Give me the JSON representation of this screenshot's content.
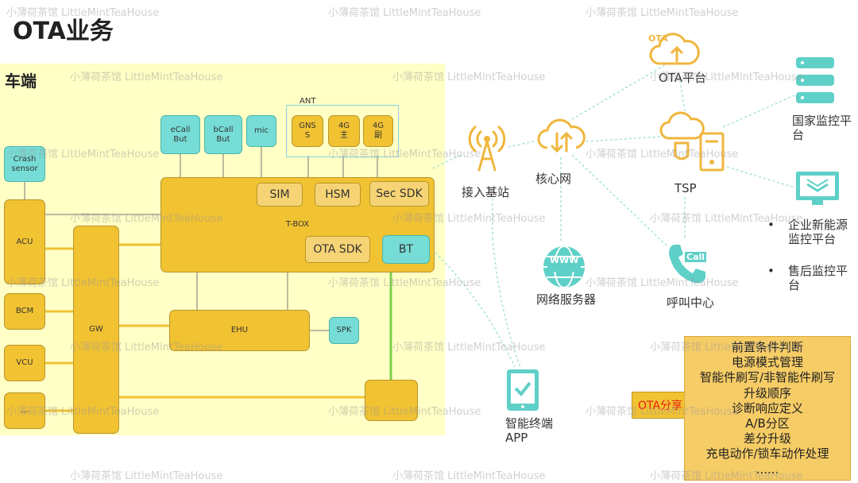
{
  "title": "OTA业务",
  "vehicle": {
    "label": "车端",
    "ant_label": "ANT",
    "ant_modules": [
      "GNS\nS",
      "4G\n主",
      "4G\n副"
    ],
    "top_modules": [
      "eCall\nBut",
      "bCall\nBut",
      "mic"
    ],
    "crash_sensor": "Crash\nsensor",
    "ecus": [
      "ACU",
      "BCM",
      "VCU",
      "..."
    ],
    "gw": "GW",
    "tbox": "T-BOX",
    "tbox_modules": {
      "sim": "SIM",
      "hsm": "HSM",
      "sec_sdk": "Sec SDK",
      "ota_sdk": "OTA SDK",
      "bt": "BT"
    },
    "ehu": "EHU",
    "spk": "SPK"
  },
  "network": {
    "base_station": "接入基站",
    "core_network": "核心网",
    "tsp": "TSP",
    "ota_platform": "OTA平台",
    "ota_badge": "OTA",
    "national_monitor": "国家监控平\n台",
    "enterprise_monitor": "企业新能源\n监控平台",
    "aftersales_monitor": "售后监控平\n台",
    "web_server": "网络服务器",
    "call_center": "呼叫中心",
    "call_badge": "Call",
    "www_badge": "WWW",
    "app": "智能终端\nAPP"
  },
  "ota_share": "OTA分享",
  "features": [
    "前置条件判断",
    "电源模式管理",
    "智能件刷写/非智能件刷写",
    "升级顺序",
    "诊断响应定义",
    "A/B分区",
    "差分升级",
    "充电动作/锁车动作处理",
    "......"
  ],
  "watermark": "小薄荷茶馆 LittleMintTeaHouse",
  "colors": {
    "yellow": "#f1c232",
    "teal": "#76ddd6",
    "icon": "#f0b63d",
    "icon_teal": "#5fd0c8",
    "vehicle_bg": "#ffffc6"
  }
}
